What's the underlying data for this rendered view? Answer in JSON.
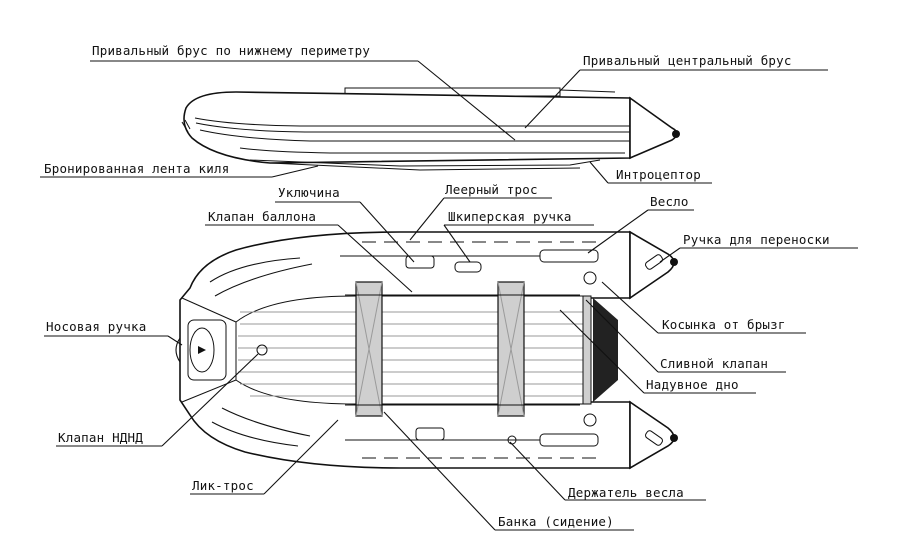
{
  "labels": {
    "rub_lower": "Привальный брус по нижнему периметру",
    "rub_center": "Привальный центральный брус",
    "keel_tape": "Бронированная лента киля",
    "intercepter": "Интроцептор",
    "oarlock": "Уключина",
    "safety_rope": "Леерный трос",
    "valve_tube": "Клапан баллона",
    "skipper_handle": "Шкиперская ручка",
    "oar": "Весло",
    "carry_handle": "Ручка для переноски",
    "bow_handle": "Носовая ручка",
    "spray_guard": "Косынка от брызг",
    "drain_valve": "Сливной клапан",
    "inflatable_floor": "Надувное дно",
    "valve_ndnd": "Клапан НДНД",
    "lik_rope": "Лик-трос",
    "oar_holder": "Держатель весла",
    "seat": "Банка (сидение)"
  }
}
